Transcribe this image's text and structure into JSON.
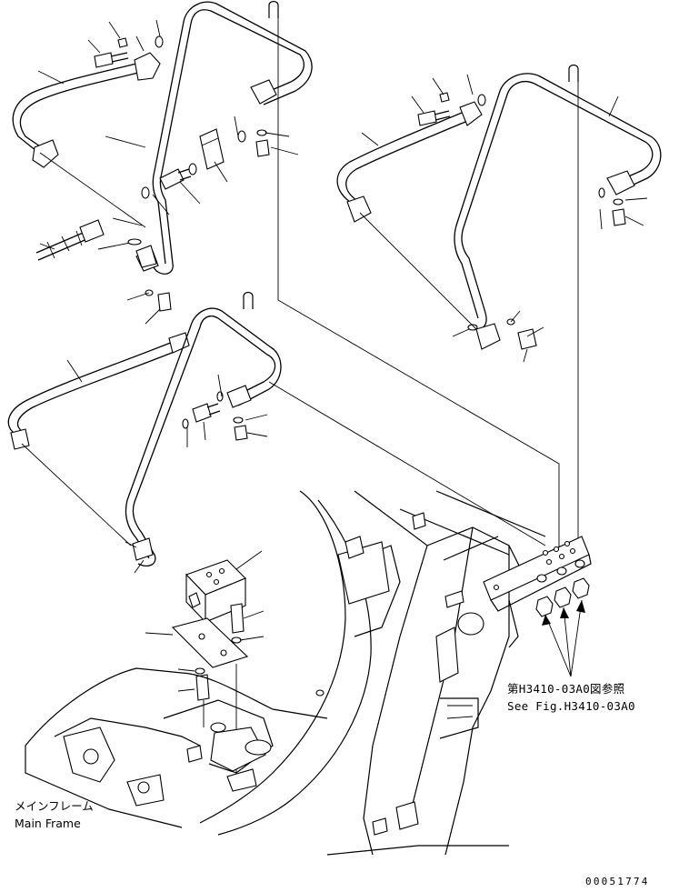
{
  "drawing": {
    "stroke_color": "#000000",
    "background_color": "#ffffff",
    "icons": [
      "pipe-assembly",
      "bolt",
      "washer",
      "o-ring",
      "flange-clamp",
      "union-fitting",
      "hose",
      "valve-block",
      "bracket",
      "nut"
    ]
  },
  "reference_note": {
    "jp": "第H3410-03A0図参照",
    "en": "See Fig.H3410-03A0"
  },
  "frame_label": {
    "jp": "メインフレーム",
    "en": "Main Frame"
  },
  "drawing_number": "00051774"
}
